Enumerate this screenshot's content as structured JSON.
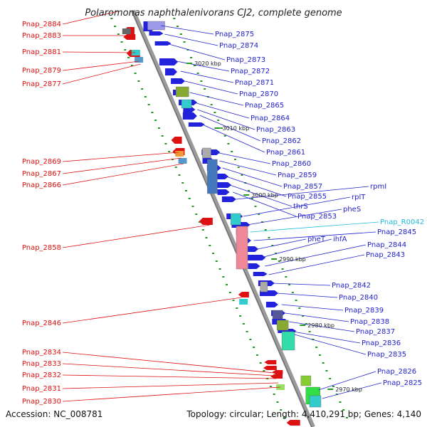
{
  "title": "Polaromonas naphthalenivorans CJ2, complete genome",
  "accession": "Accession: NC_008781",
  "topology": "Topology: circular; Length: 4,410,291 bp; Genes: 4,140",
  "colors": {
    "forward_gene": "#2222dd",
    "reverse_gene": "#dd1111",
    "rna_gene": "#33bbdd",
    "backbone": "#999999",
    "tick": "#229922"
  },
  "kbp_ticks": [
    {
      "label": "3020 kbp"
    },
    {
      "label": "3010 kbp"
    },
    {
      "label": "3000 kbp"
    },
    {
      "label": "2990 kbp"
    },
    {
      "label": "2980 kbp"
    },
    {
      "label": "2970 kbp"
    }
  ],
  "left_labels": [
    {
      "text": "Pnap_2884"
    },
    {
      "text": "Pnap_2883"
    },
    {
      "text": "Pnap_2881"
    },
    {
      "text": "Pnap_2879"
    },
    {
      "text": "Pnap_2877"
    },
    {
      "text": "Pnap_2869"
    },
    {
      "text": "Pnap_2867"
    },
    {
      "text": "Pnap_2866"
    },
    {
      "text": "Pnap_2858"
    },
    {
      "text": "Pnap_2846"
    },
    {
      "text": "Pnap_2834"
    },
    {
      "text": "Pnap_2833"
    },
    {
      "text": "Pnap_2832"
    },
    {
      "text": "Pnap_2831"
    },
    {
      "text": "Pnap_2830"
    }
  ],
  "right_labels": [
    {
      "text": "Pnap_2875"
    },
    {
      "text": "Pnap_2874"
    },
    {
      "text": "Pnap_2873"
    },
    {
      "text": "Pnap_2872"
    },
    {
      "text": "Pnap_2871"
    },
    {
      "text": "Pnap_2870"
    },
    {
      "text": "Pnap_2865"
    },
    {
      "text": "Pnap_2864"
    },
    {
      "text": "Pnap_2863"
    },
    {
      "text": "Pnap_2862"
    },
    {
      "text": "Pnap_2861"
    },
    {
      "text": "Pnap_2860"
    },
    {
      "text": "Pnap_2859"
    },
    {
      "text": "Pnap_2857"
    },
    {
      "text": "Pnap_2855"
    },
    {
      "text": "thrS"
    },
    {
      "text": "Pnap_2853"
    },
    {
      "text": "rpmI"
    },
    {
      "text": "rplT"
    },
    {
      "text": "pheS"
    },
    {
      "text": "Pnap_R0042"
    },
    {
      "text": "Pnap_2845"
    },
    {
      "text": "pheT"
    },
    {
      "text": "ihfA"
    },
    {
      "text": "Pnap_2844"
    },
    {
      "text": "Pnap_2843"
    },
    {
      "text": "Pnap_2842"
    },
    {
      "text": "Pnap_2840"
    },
    {
      "text": "Pnap_2839"
    },
    {
      "text": "Pnap_2838"
    },
    {
      "text": "Pnap_2837"
    },
    {
      "text": "Pnap_2836"
    },
    {
      "text": "Pnap_2835"
    },
    {
      "text": "Pnap_2826"
    },
    {
      "text": "Pnap_2825"
    }
  ]
}
